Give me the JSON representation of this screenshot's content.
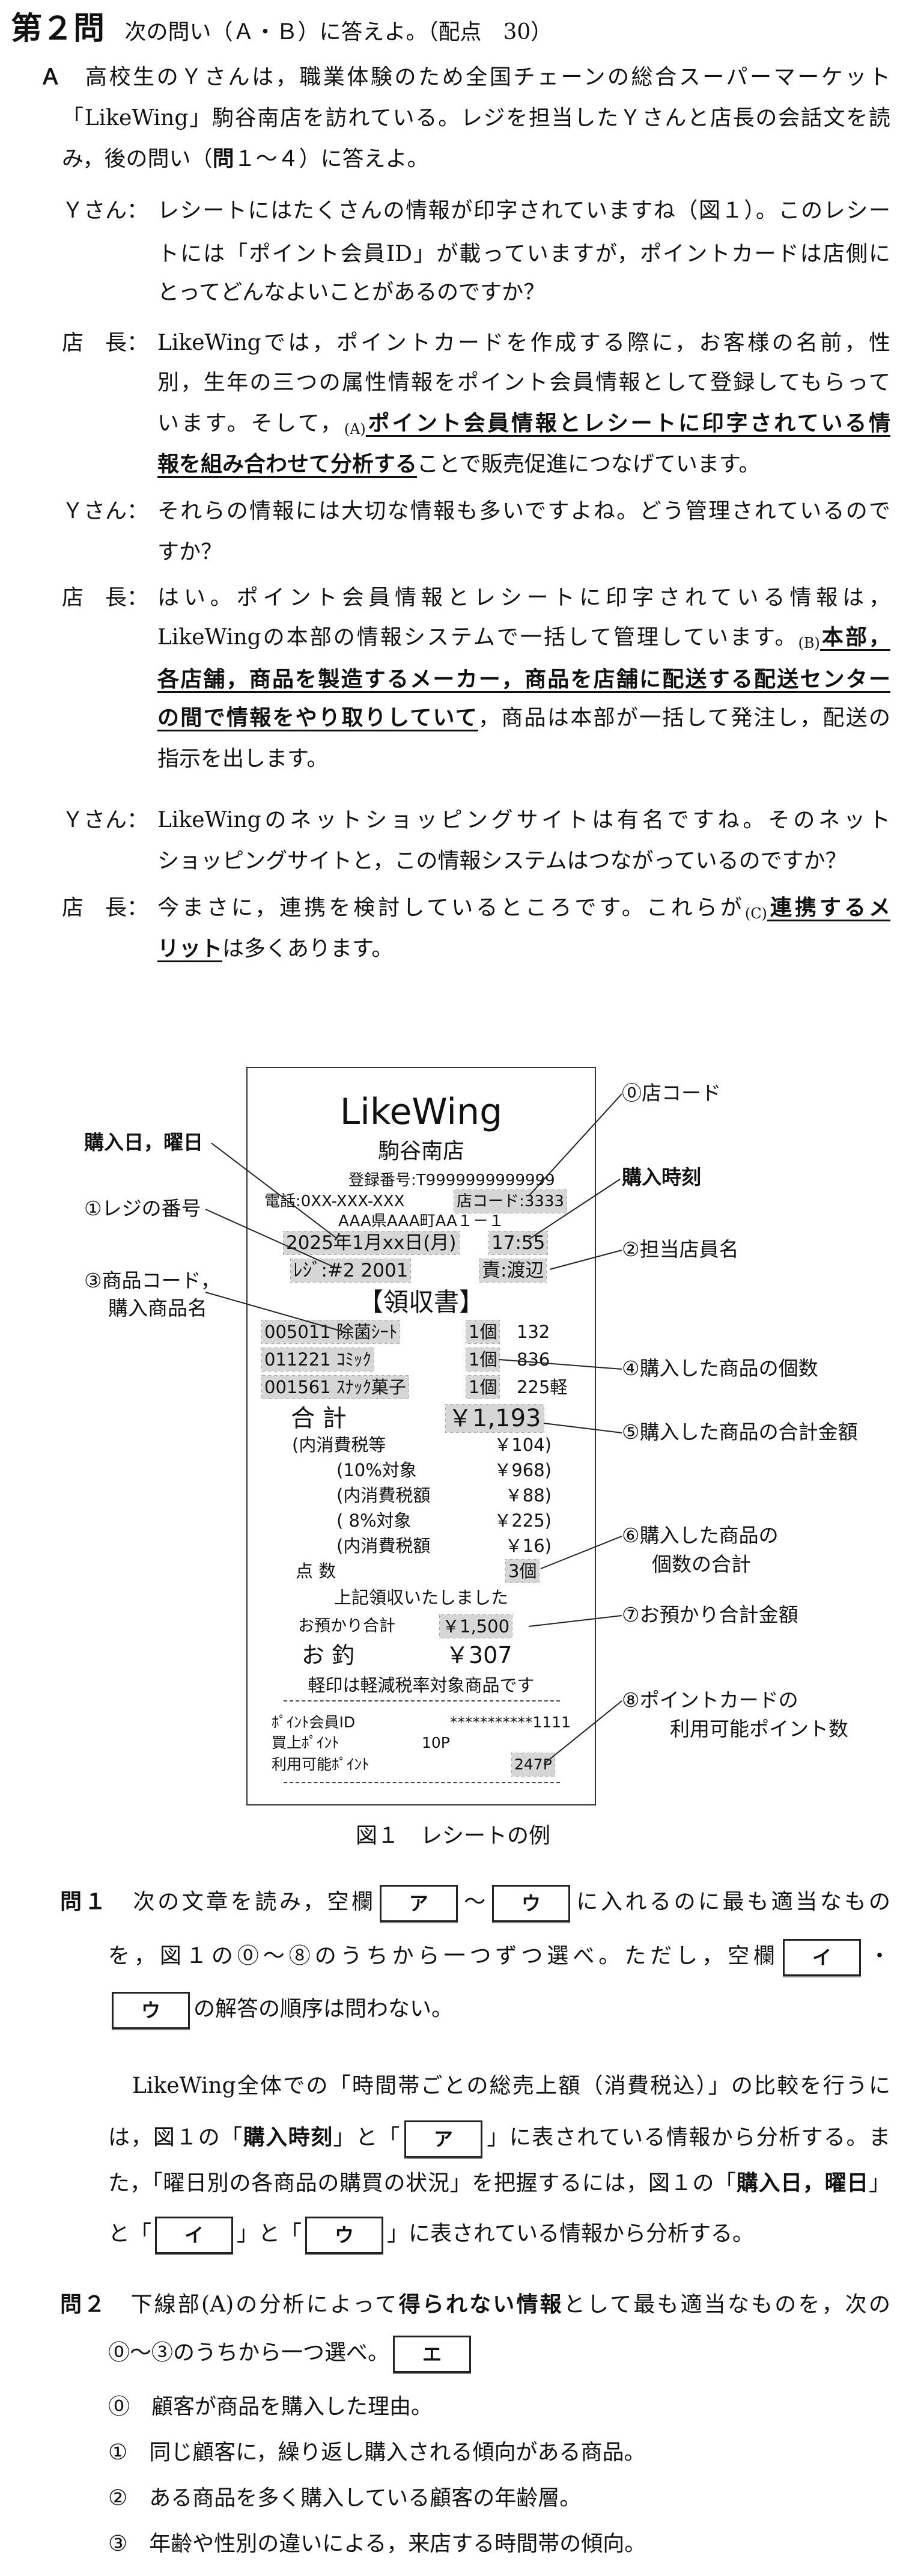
{
  "header": {
    "number": "第２問",
    "instruction": "次の問い（Ａ・Ｂ）に答えよ。（配点　30）"
  },
  "partA": {
    "label": "Ａ",
    "lines": [
      [
        {
          "t": "高校生のＹさんは，職業体験のため全国チェーンの総合スーパーマーケット"
        }
      ],
      [
        {
          "t": "「LikeWing」駒谷南店を訪れている。レジを担当したＹさんと店長の会話文を読"
        }
      ],
      [
        {
          "t": "み，後の問い（"
        },
        {
          "t": "問",
          "s": "b"
        },
        {
          "t": "１～４）に答えよ。"
        }
      ]
    ]
  },
  "dialogue": [
    {
      "speaker": "Ｙさん：",
      "lines": [
        [
          {
            "t": "レシートにはたくさんの情報が印字されていますね（図１）。このレシー"
          }
        ],
        [
          {
            "t": "トには「ポイント会員ID」が載っていますが，ポイントカードは店側に"
          }
        ],
        [
          {
            "t": "とってどんなよいことがあるのですか？"
          }
        ]
      ]
    },
    {
      "speaker": "店　長：",
      "lines": [
        [
          {
            "t": "LikeWingでは，ポイントカードを作成する際に，お客様の名前，性"
          }
        ],
        [
          {
            "t": "別，生年の三つの属性情報をポイント会員情報として登録してもらって"
          }
        ],
        [
          {
            "t": "います。そして，"
          },
          {
            "t": "(A)",
            "s": "mk"
          },
          {
            "t": "ポイント会員情報とレシートに印字されている情",
            "s": "u"
          }
        ],
        [
          {
            "t": "報を組み合わせて分析する",
            "s": "u"
          },
          {
            "t": "ことで販売促進につなげています。"
          }
        ]
      ]
    },
    {
      "speaker": "Ｙさん：",
      "lines": [
        [
          {
            "t": "それらの情報には大切な情報も多いですよね。どう管理されているので"
          }
        ],
        [
          {
            "t": "すか？"
          }
        ]
      ]
    },
    {
      "speaker": "店　長：",
      "lines": [
        [
          {
            "t": "はい。ポイント会員情報とレシートに印字されている情報は，"
          }
        ],
        [
          {
            "t": "LikeWingの本部の情報システムで一括して管理しています。"
          },
          {
            "t": "(B)",
            "s": "mk"
          },
          {
            "t": "本部，",
            "s": "u"
          }
        ],
        [
          {
            "t": "各店舗，商品を製造するメーカー，商品を店舗に配送する配送センター",
            "s": "u"
          }
        ],
        [
          {
            "t": "の間で情報をやり取りしていて",
            "s": "u"
          },
          {
            "t": "，商品は本部が一括して発注し，配送の"
          }
        ],
        [
          {
            "t": "指示を出します。"
          }
        ]
      ]
    },
    {
      "speaker": "Ｙさん：",
      "lines": [
        [
          {
            "t": "LikeWingのネットショッピングサイトは有名ですね。そのネット"
          }
        ],
        [
          {
            "t": "ショッピングサイトと，この情報システムはつながっているのですか？"
          }
        ]
      ]
    },
    {
      "speaker": "店　長：",
      "lines": [
        [
          {
            "t": "今まさに，連携を検討しているところです。これらが"
          },
          {
            "t": "(C)",
            "s": "mk"
          },
          {
            "t": "連携するメ",
            "s": "u"
          }
        ],
        [
          {
            "t": "リット",
            "s": "u"
          },
          {
            "t": "は多くあります。"
          }
        ]
      ]
    }
  ],
  "receipt": {
    "brand": "LikeWing",
    "store": "駒谷南店",
    "registration": "登録番号:T9999999999999",
    "phone": "電話:0XX-XXX-XXX",
    "store_code": "店コード:3333",
    "address": "AAA県AAA町AA１－１",
    "date": "2025年1月xx日(月)",
    "time": "17:55",
    "register": "ﾚｼﾞ:#2 2001",
    "clerk": "責:渡辺",
    "heading": "【領収書】",
    "items": [
      {
        "code_name": "005011 除菌ｼｰﾄ",
        "qty": "1個",
        "price": "132"
      },
      {
        "code_name": "011221 ｺﾐｯｸ",
        "qty": "1個",
        "price": "836"
      },
      {
        "code_name": "001561 ｽﾅｯｸ菓子",
        "qty": "1個",
        "price": "225軽"
      }
    ],
    "total_label": "合 計",
    "total": "￥1,193",
    "tax_rows": [
      {
        "label": "(内消費税等",
        "value": "￥104)"
      },
      {
        "label": "(10%対象",
        "value": "￥968)"
      },
      {
        "label": "(内消費税額",
        "value": "￥88)"
      },
      {
        "label": "( 8%対象",
        "value": "￥225)"
      },
      {
        "label": "(内消費税額",
        "value": "￥16)"
      }
    ],
    "count_label": "点 数",
    "count": "3個",
    "thanks": "上記領収いたしました",
    "deposit_label": "お預かり合計",
    "deposit": "￥1,500",
    "change_label": "お 釣",
    "change": "￥307",
    "note": "軽印は軽減税率対象商品です",
    "member_id_label": "ﾎﾟｲﾝﾄ会員ID",
    "member_id": "***********1111",
    "earned_label": "買上ﾎﾟｲﾝﾄ",
    "earned": "10P",
    "available_label": "利用可能ﾎﾟｲﾝﾄ",
    "available": "247P"
  },
  "annotations": {
    "date_day": "購入日，曜日",
    "register_no": "①レジの番号",
    "product_code": "③商品コード，",
    "product_name": "購入商品名",
    "store_code": "⓪店コード",
    "time": "購入時刻",
    "clerk": "②担当店員名",
    "qty": "④購入した商品の個数",
    "total": "⑤購入した商品の合計金額",
    "count1": "⑥購入した商品の",
    "count2": "個数の合計",
    "deposit": "⑦お預かり合計金額",
    "points1": "⑧ポイントカードの",
    "points2": "利用可能ポイント数"
  },
  "figure_caption": "図１　レシートの例",
  "q1": {
    "lines": [
      [
        {
          "t": "問１",
          "s": "b"
        },
        {
          "t": "　次の文章を読み，空欄"
        },
        {
          "t": "ア",
          "s": "box"
        },
        {
          "t": "～"
        },
        {
          "t": "ウ",
          "s": "box"
        },
        {
          "t": "に入れるのに最も適当なもの"
        }
      ],
      [
        {
          "t": "を，図１の⓪～⑧のうちから一つずつ選べ。ただし，空欄"
        },
        {
          "t": "イ",
          "s": "box"
        },
        {
          "t": "・"
        }
      ],
      [
        {
          "t": "ウ",
          "s": "box"
        },
        {
          "t": "の解答の順序は問わない。"
        }
      ]
    ],
    "passage": [
      [
        {
          "t": "LikeWing全体での「時間帯ごとの総売上額（消費税込）」の比較を行うに"
        }
      ],
      [
        {
          "t": "は，図１の「"
        },
        {
          "t": "購入時刻",
          "s": "b"
        },
        {
          "t": "」と「"
        },
        {
          "t": "ア",
          "s": "box"
        },
        {
          "t": "」に表されている情報から分析する。ま"
        }
      ],
      [
        {
          "t": "た，「曜日別の各商品の購買の状況」を把握するには，図１の「"
        },
        {
          "t": "購入日，曜日",
          "s": "b"
        },
        {
          "t": "」"
        }
      ],
      [
        {
          "t": "と「"
        },
        {
          "t": "イ",
          "s": "box"
        },
        {
          "t": "」と「"
        },
        {
          "t": "ウ",
          "s": "box"
        },
        {
          "t": "」に表されている情報から分析する。"
        }
      ]
    ]
  },
  "q2": {
    "lines": [
      [
        {
          "t": "問２",
          "s": "b"
        },
        {
          "t": "　下線部(A)の分析によって"
        },
        {
          "t": "得られない情報",
          "s": "b"
        },
        {
          "t": "として最も適当なものを，次の"
        }
      ],
      [
        {
          "t": "⓪～③のうちから一つ選べ。"
        },
        {
          "t": "エ",
          "s": "box"
        }
      ]
    ],
    "options": [
      {
        "mark": "⓪",
        "text": "顧客が商品を購入した理由。"
      },
      {
        "mark": "①",
        "text": "同じ顧客に，繰り返し購入される傾向がある商品。"
      },
      {
        "mark": "②",
        "text": "ある商品を多く購入している顧客の年齢層。"
      },
      {
        "mark": "③",
        "text": "年齢や性別の違いによる，来店する時間帯の傾向。"
      }
    ]
  }
}
